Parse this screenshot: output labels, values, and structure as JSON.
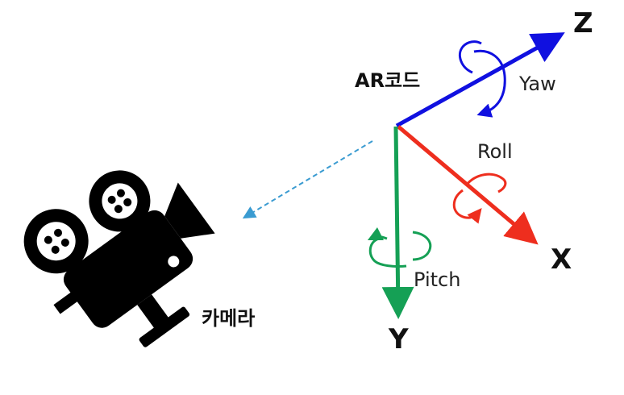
{
  "labels": {
    "ar_code": "AR코드",
    "camera": "카메라"
  },
  "axes": {
    "z": {
      "letter": "Z",
      "rotation": "Yaw"
    },
    "x": {
      "letter": "X",
      "rotation": "Roll"
    },
    "y": {
      "letter": "Y",
      "rotation": "Pitch"
    }
  },
  "colors": {
    "z_axis": "#1010e0",
    "x_axis": "#ee2e1e",
    "y_axis": "#15a055",
    "view_line": "#3a9bd1",
    "camera": "#000000"
  },
  "icons": [
    "movie-camera-icon"
  ]
}
